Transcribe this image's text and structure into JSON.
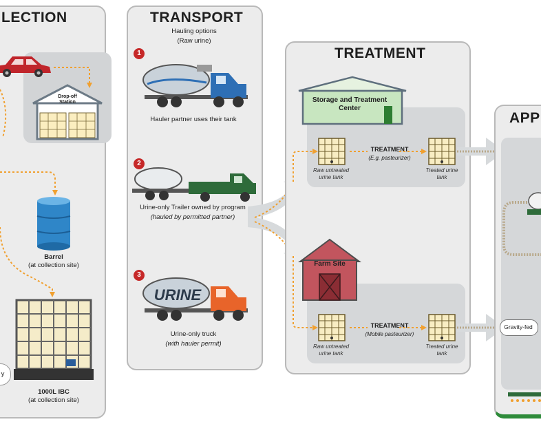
{
  "collection": {
    "title": "LECTION",
    "dropoff_label": "Drop-off Station",
    "barrel_label": "Barrel",
    "barrel_sub": "(at collection site)",
    "ibc_label": "1000L IBC",
    "ibc_sub": "(at collection site)",
    "partial_label": "y"
  },
  "transport": {
    "title": "TRANSPORT",
    "subtitle": "Hauling options",
    "subtitle2": "(Raw urine)",
    "options": [
      {
        "num": "1",
        "label": "Hauler partner uses their tank",
        "sub": ""
      },
      {
        "num": "2",
        "label": "Urine-only Trailer owned by program",
        "sub": "(hauled by permitted partner)"
      },
      {
        "num": "3",
        "label": "Urine-only truck",
        "sub": "(with hauler permit)",
        "tank_text": "URINE"
      }
    ]
  },
  "treatment": {
    "title": "TREATMENT",
    "storage_center": "Storage and Treatment Center",
    "farm_site": "Farm Site",
    "rows": [
      {
        "raw": "Raw untreated urine tank",
        "step": "TREATMENT",
        "method": "(E.g. pasteurizer)",
        "treated": "Treated urine tank"
      },
      {
        "raw": "Raw untreated urine tank",
        "step": "TREATMENT",
        "method": "(Mobile pasteurizer)",
        "treated": "Treated urine tank"
      }
    ]
  },
  "application": {
    "title": "APPL",
    "gravity_label": "Gravity-fed"
  },
  "colors": {
    "panel_bg": "#ececec",
    "panel_border": "#b9b9b9",
    "accent_orange": "#f0a030",
    "badge_red": "#c62828",
    "storage_green": "#c8e6c0",
    "farm_red": "#c2555e",
    "truck_blue": "#2e6fb5",
    "truck_green": "#2e6b3a",
    "truck_orange": "#e8642a"
  }
}
